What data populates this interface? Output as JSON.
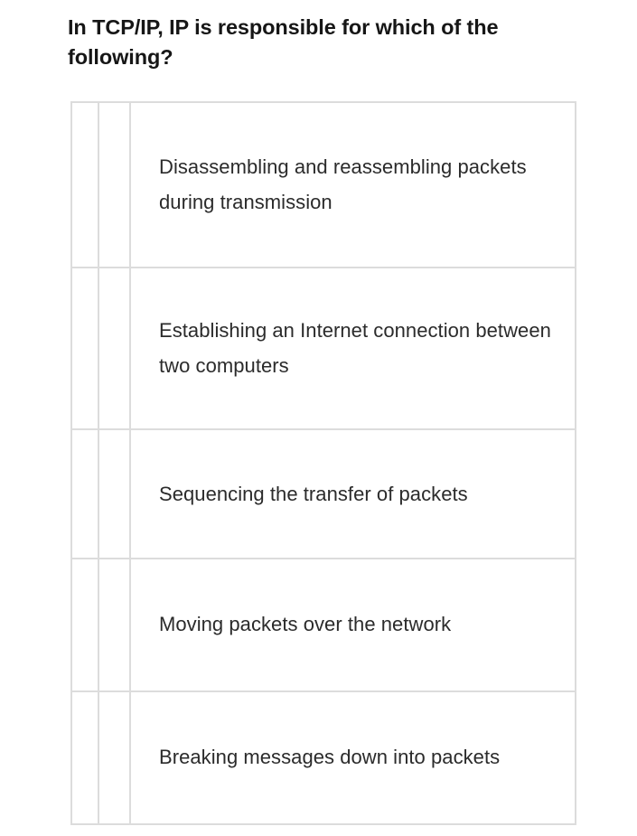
{
  "question": {
    "text": "In TCP/IP, IP is responsible for which of the following?"
  },
  "options_table": {
    "column_count": 3,
    "border_color": "#dcdcdc",
    "text_color": "#2b2b2b",
    "background_color": "#ffffff",
    "rows": [
      {
        "marker_a": "",
        "marker_b": "",
        "label": "Disassembling and reassembling packets during transmission"
      },
      {
        "marker_a": "",
        "marker_b": "",
        "label": "Establishing an Internet connection between two computers"
      },
      {
        "marker_a": "",
        "marker_b": "",
        "label": "Sequencing the transfer of packets"
      },
      {
        "marker_a": "",
        "marker_b": "",
        "label": "Moving packets over the network"
      },
      {
        "marker_a": "",
        "marker_b": "",
        "label": "Breaking messages down into packets"
      }
    ]
  }
}
